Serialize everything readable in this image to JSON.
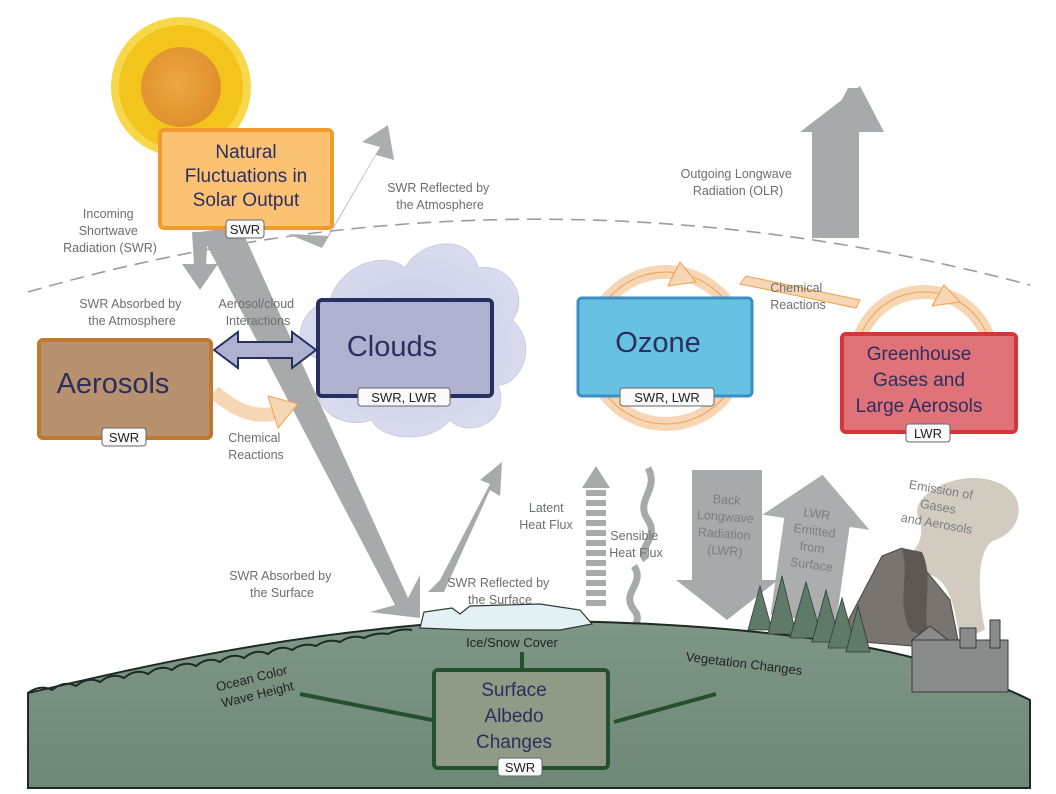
{
  "colors": {
    "sun": "#e8a33a",
    "sun_glow": "#f2c81e",
    "ground": "#7b9283",
    "ground_edge": "#1d2a22",
    "arrow_gray": "#a8a9ab",
    "cycle_orange": "#f5cfa6",
    "clouds_fill": "#aeb1cf",
    "clouds_border": "#283061",
    "ozone_fill": "#67c1e3",
    "ozone_border": "#3b8fc4",
    "ghg_fill": "#e0737a",
    "ghg_border": "#d9343b",
    "aerosols_fill": "#b8916e",
    "aerosols_border": "#c07a2f",
    "solar_fill": "#fbc274",
    "solar_border": "#f29a2e",
    "albedo_fill": "#909a86",
    "albedo_border": "#24502e"
  },
  "boxes": {
    "solar": {
      "line1": "Natural",
      "line2": "Fluctuations in",
      "line3": "Solar Output",
      "tag": "SWR"
    },
    "clouds": {
      "title": "Clouds",
      "tag": "SWR, LWR"
    },
    "ozone": {
      "title": "Ozone",
      "tag": "SWR, LWR"
    },
    "aerosols": {
      "title": "Aerosols",
      "tag": "SWR"
    },
    "ghg": {
      "line1": "Greenhouse",
      "line2": "Gases and",
      "line3": "Large Aerosols",
      "tag": "LWR"
    },
    "albedo": {
      "line1": "Surface",
      "line2": "Albedo",
      "line3": "Changes",
      "tag": "SWR"
    }
  },
  "labels": {
    "incoming_swr": [
      "Incoming",
      "Shortwave",
      "Radiation (SWR)"
    ],
    "swr_reflected_atm": [
      "SWR Reflected by",
      "the Atmosphere"
    ],
    "olr": [
      "Outgoing Longwave",
      "Radiation (OLR)"
    ],
    "swr_absorbed_atm": [
      "SWR Absorbed by",
      "the Atmosphere"
    ],
    "aerosol_cloud": [
      "Aerosol/cloud",
      "Interactions"
    ],
    "chem_reactions_top": [
      "Chemical",
      "Reactions"
    ],
    "chem_reactions_left": [
      "Chemical",
      "Reactions"
    ],
    "latent_heat": [
      "Latent",
      "Heat Flux"
    ],
    "sensible_heat": [
      "Sensible",
      "Heat Flux"
    ],
    "back_lwr": [
      "Back",
      "Longwave",
      "Radiation",
      "(LWR)"
    ],
    "lwr_emitted": [
      "LWR",
      "Emitted",
      "from",
      "Surface"
    ],
    "emission": [
      "Emission of",
      "Gases",
      "and Aerosols"
    ],
    "swr_absorbed_surface": [
      "SWR Absorbed by",
      "the Surface"
    ],
    "swr_reflected_surface": [
      "SWR Reflected by",
      "the Surface"
    ],
    "ice_snow": "Ice/Snow Cover",
    "ocean": [
      "Ocean Color",
      "Wave Height"
    ],
    "vegetation": "Vegetation Changes"
  }
}
